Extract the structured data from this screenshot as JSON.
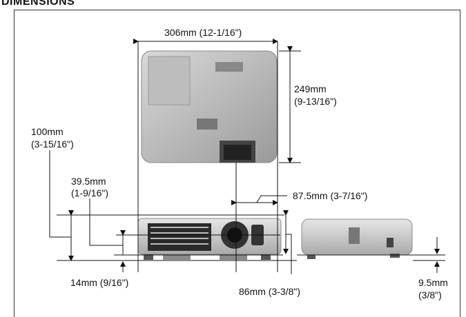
{
  "title": "DIMENSIONS",
  "labels": {
    "width_mm": "306mm (12-1/16\")",
    "depth_mm": "249mm",
    "depth_in": "(9-13/16\")",
    "height_total_mm": "100mm",
    "height_total_in": "(3-15/16\")",
    "lens_height_mm": "39.5mm",
    "lens_height_in": "(1-9/16\")",
    "lens_offset": "87.5mm (3-7/16\")",
    "foot_height": "14mm (9/16\")",
    "body_height": "86mm (3-3/8\")",
    "side_foot_mm": "9.5mm",
    "side_foot_in": "(3/8\")"
  }
}
